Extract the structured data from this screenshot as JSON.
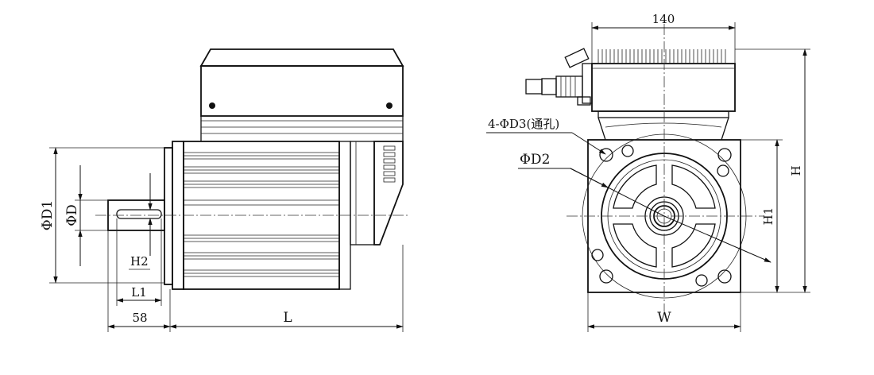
{
  "side_view": {
    "dim_length": "L",
    "dim_shaft_length": "58",
    "dim_key_length": "L1",
    "dim_key_height": "H2",
    "dim_flange_dia": "ΦD1",
    "dim_shaft_dia": "ΦD"
  },
  "front_view": {
    "dim_top_width": "140",
    "dim_width": "W",
    "dim_height": "H",
    "dim_mount_height": "H1",
    "label_holes": "4-ΦD3(通孔)",
    "label_pcd": "ΦD2"
  }
}
